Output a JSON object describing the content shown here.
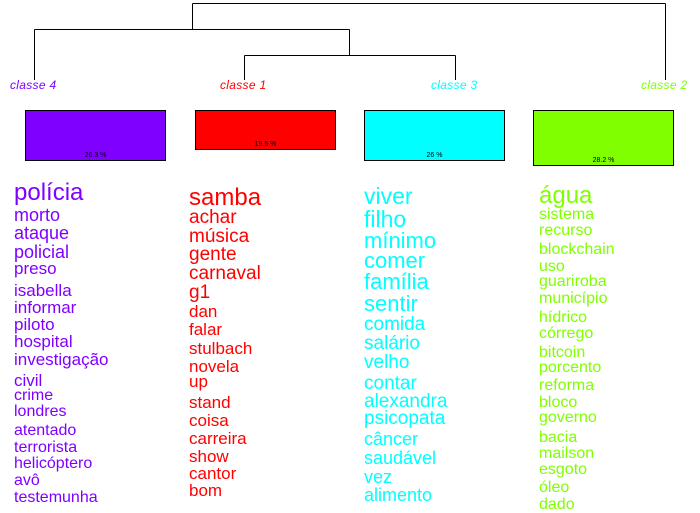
{
  "classes": [
    {
      "label": "classe  4",
      "color": "#8000ff",
      "percent": "26.3 %",
      "words": [
        "polícia",
        "morto",
        "ataque",
        "policial",
        "preso",
        "isabella",
        "informar",
        "piloto",
        "hospital",
        "investigação",
        "civil",
        "crime",
        "londres",
        "atentado",
        "terrorista",
        "helicóptero",
        "avô",
        "testemunha"
      ]
    },
    {
      "label": "classe  1",
      "color": "#ff0000",
      "percent": "19.5 %",
      "words": [
        "samba",
        "achar",
        "música",
        "gente",
        "carnaval",
        "g1",
        "dan",
        "falar",
        "stulbach",
        "novela",
        "up",
        "stand",
        "coisa",
        "carreira",
        "show",
        "cantor",
        "bom"
      ]
    },
    {
      "label": "classe  3",
      "color": "#00ffff",
      "percent": "26 %",
      "words": [
        "viver",
        "filho",
        "mínimo",
        "comer",
        "família",
        "sentir",
        "comida",
        "salário",
        "velho",
        "contar",
        "alexandra",
        "psicopata",
        "câncer",
        "saudável",
        "vez",
        "alimento"
      ]
    },
    {
      "label": "classe  2",
      "color": "#80ff00",
      "percent": "28.2 %",
      "words": [
        "água",
        "sistema",
        "recurso",
        "blockchain",
        "uso",
        "guariroba",
        "município",
        "hídrico",
        "córrego",
        "bitcoin",
        "porcento",
        "reforma",
        "bloco",
        "governo",
        "bacia",
        "mailson",
        "esgoto",
        "óleo",
        "dado"
      ]
    }
  ]
}
